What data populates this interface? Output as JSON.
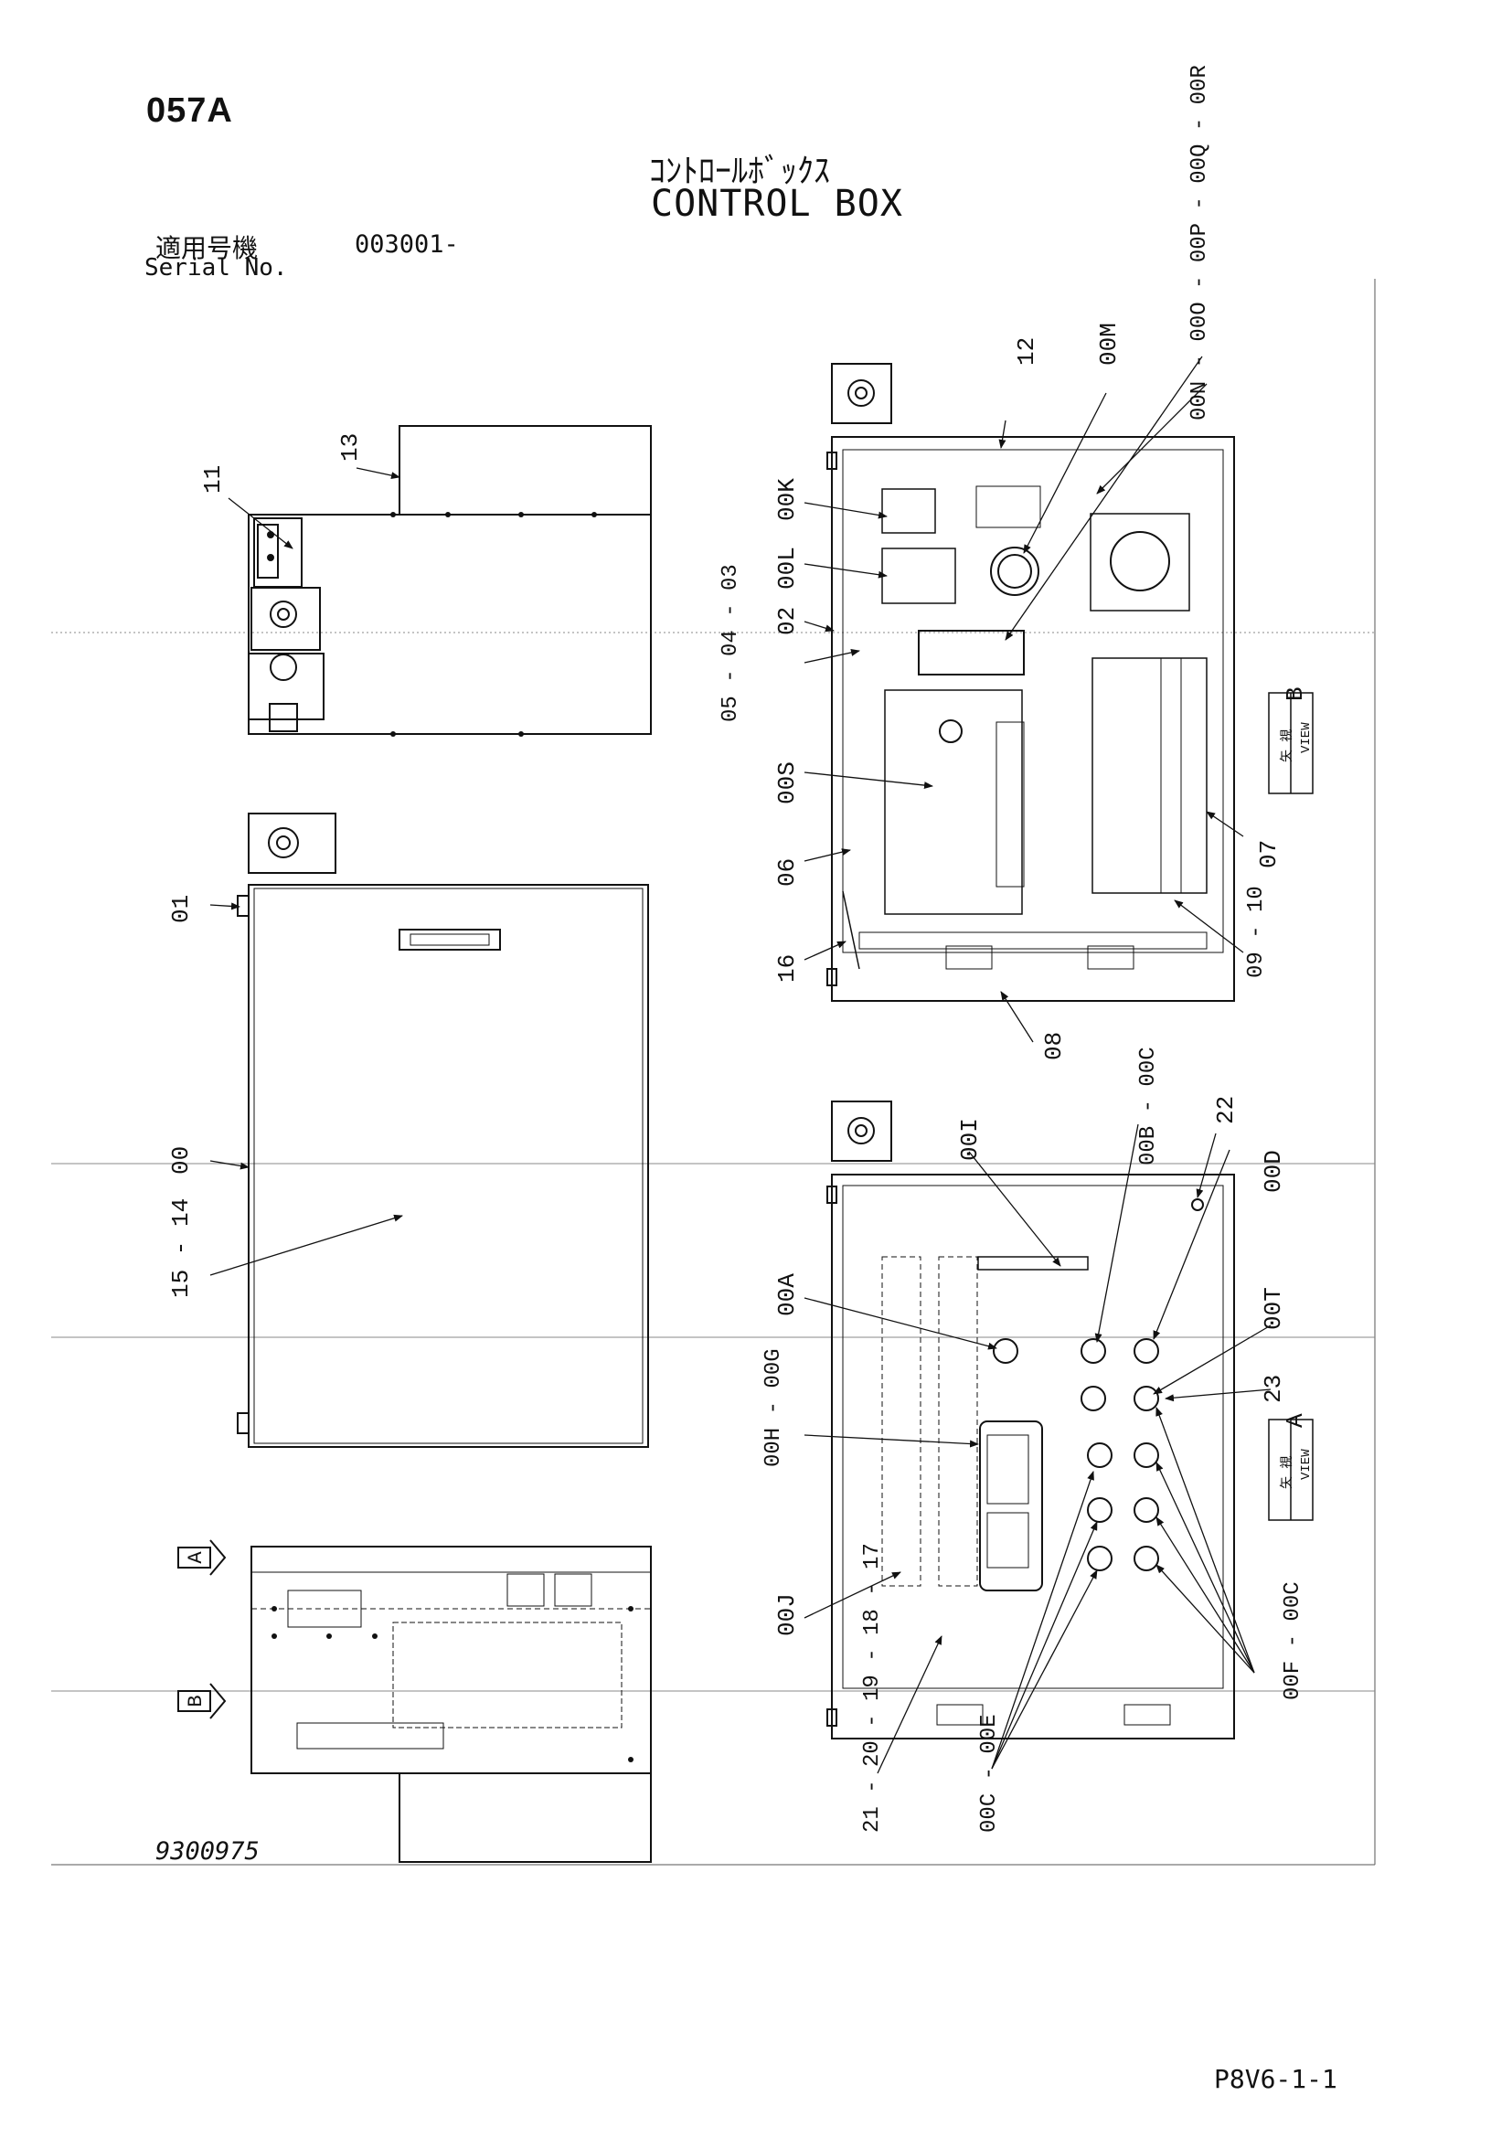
{
  "header": {
    "page_code": "057A",
    "title_jp": "ｺﾝﾄﾛｰﾙﾎﾞｯｸｽ",
    "title_en": "CONTROL BOX",
    "serial_label_jp": "適用号機",
    "serial_value": "003001-",
    "serial_label_en": "Serial No."
  },
  "footer": {
    "drawing_number": "9300975",
    "sheet_number": "P8V6-1-1"
  },
  "callouts": {
    "c00": "00",
    "c01": "01",
    "c02": "02",
    "c03_05": "05 - 04 - 03",
    "c06": "06",
    "c07": "07",
    "c08": "08",
    "c09_10": "09 - 10",
    "c11": "11",
    "c12": "12",
    "c13": "13",
    "c14_15": "15 - 14",
    "c16": "16",
    "c17_21": "21 - 20 - 19 - 18 - 17",
    "c22": "22",
    "c23": "23",
    "c00A": "00A",
    "c00B_C": "00B - 00C",
    "c00C_E": "00C - 00E",
    "c00D": "00D",
    "c00F_C": "00F - 00C",
    "c00H_G": "00H - 00G",
    "c00I": "00I",
    "c00J": "00J",
    "c00K": "00K",
    "c00L": "00L",
    "c00M": "00M",
    "c00N_R": "00N - 00O - 00P - 00Q - 00R",
    "c00S": "00S",
    "c00T": "00T"
  },
  "views": {
    "view_a_jp": "矢 視",
    "view_a_en": "VIEW",
    "view_a_letter": "A",
    "view_b_jp": "矢 視",
    "view_b_en": "VIEW",
    "view_b_letter": "B",
    "arrow_a": "A",
    "arrow_b": "B"
  },
  "panel_labels": {
    "display_button_1": "▭",
    "display_button_2": "▭"
  }
}
